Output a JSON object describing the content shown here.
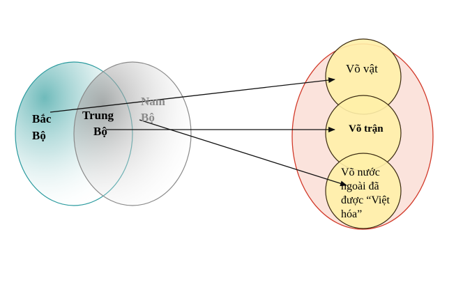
{
  "regions": {
    "bac": {
      "line1": "Bắc",
      "line2": "Bộ",
      "color": "#2a9a9e"
    },
    "trung": {
      "line1": "Trung",
      "line2": "Bộ"
    },
    "nam": {
      "line1": "Nam",
      "line2": "Bộ",
      "color": "#8a8a8a"
    }
  },
  "styles": {
    "outer_oval_stroke": "#d23a2a",
    "outer_oval_fill": "#fbe3dc",
    "inner_fill": "#fff0a8",
    "inner_stroke": "#3a2a10",
    "arrow_color": "#111111"
  },
  "styles_list": [
    {
      "line1": "Võ vật"
    },
    {
      "line1": "Võ trận"
    },
    {
      "line1": "Võ nước",
      "line2": "ngoài đã",
      "line3": "được “Việt",
      "line4": "hóa”"
    }
  ]
}
